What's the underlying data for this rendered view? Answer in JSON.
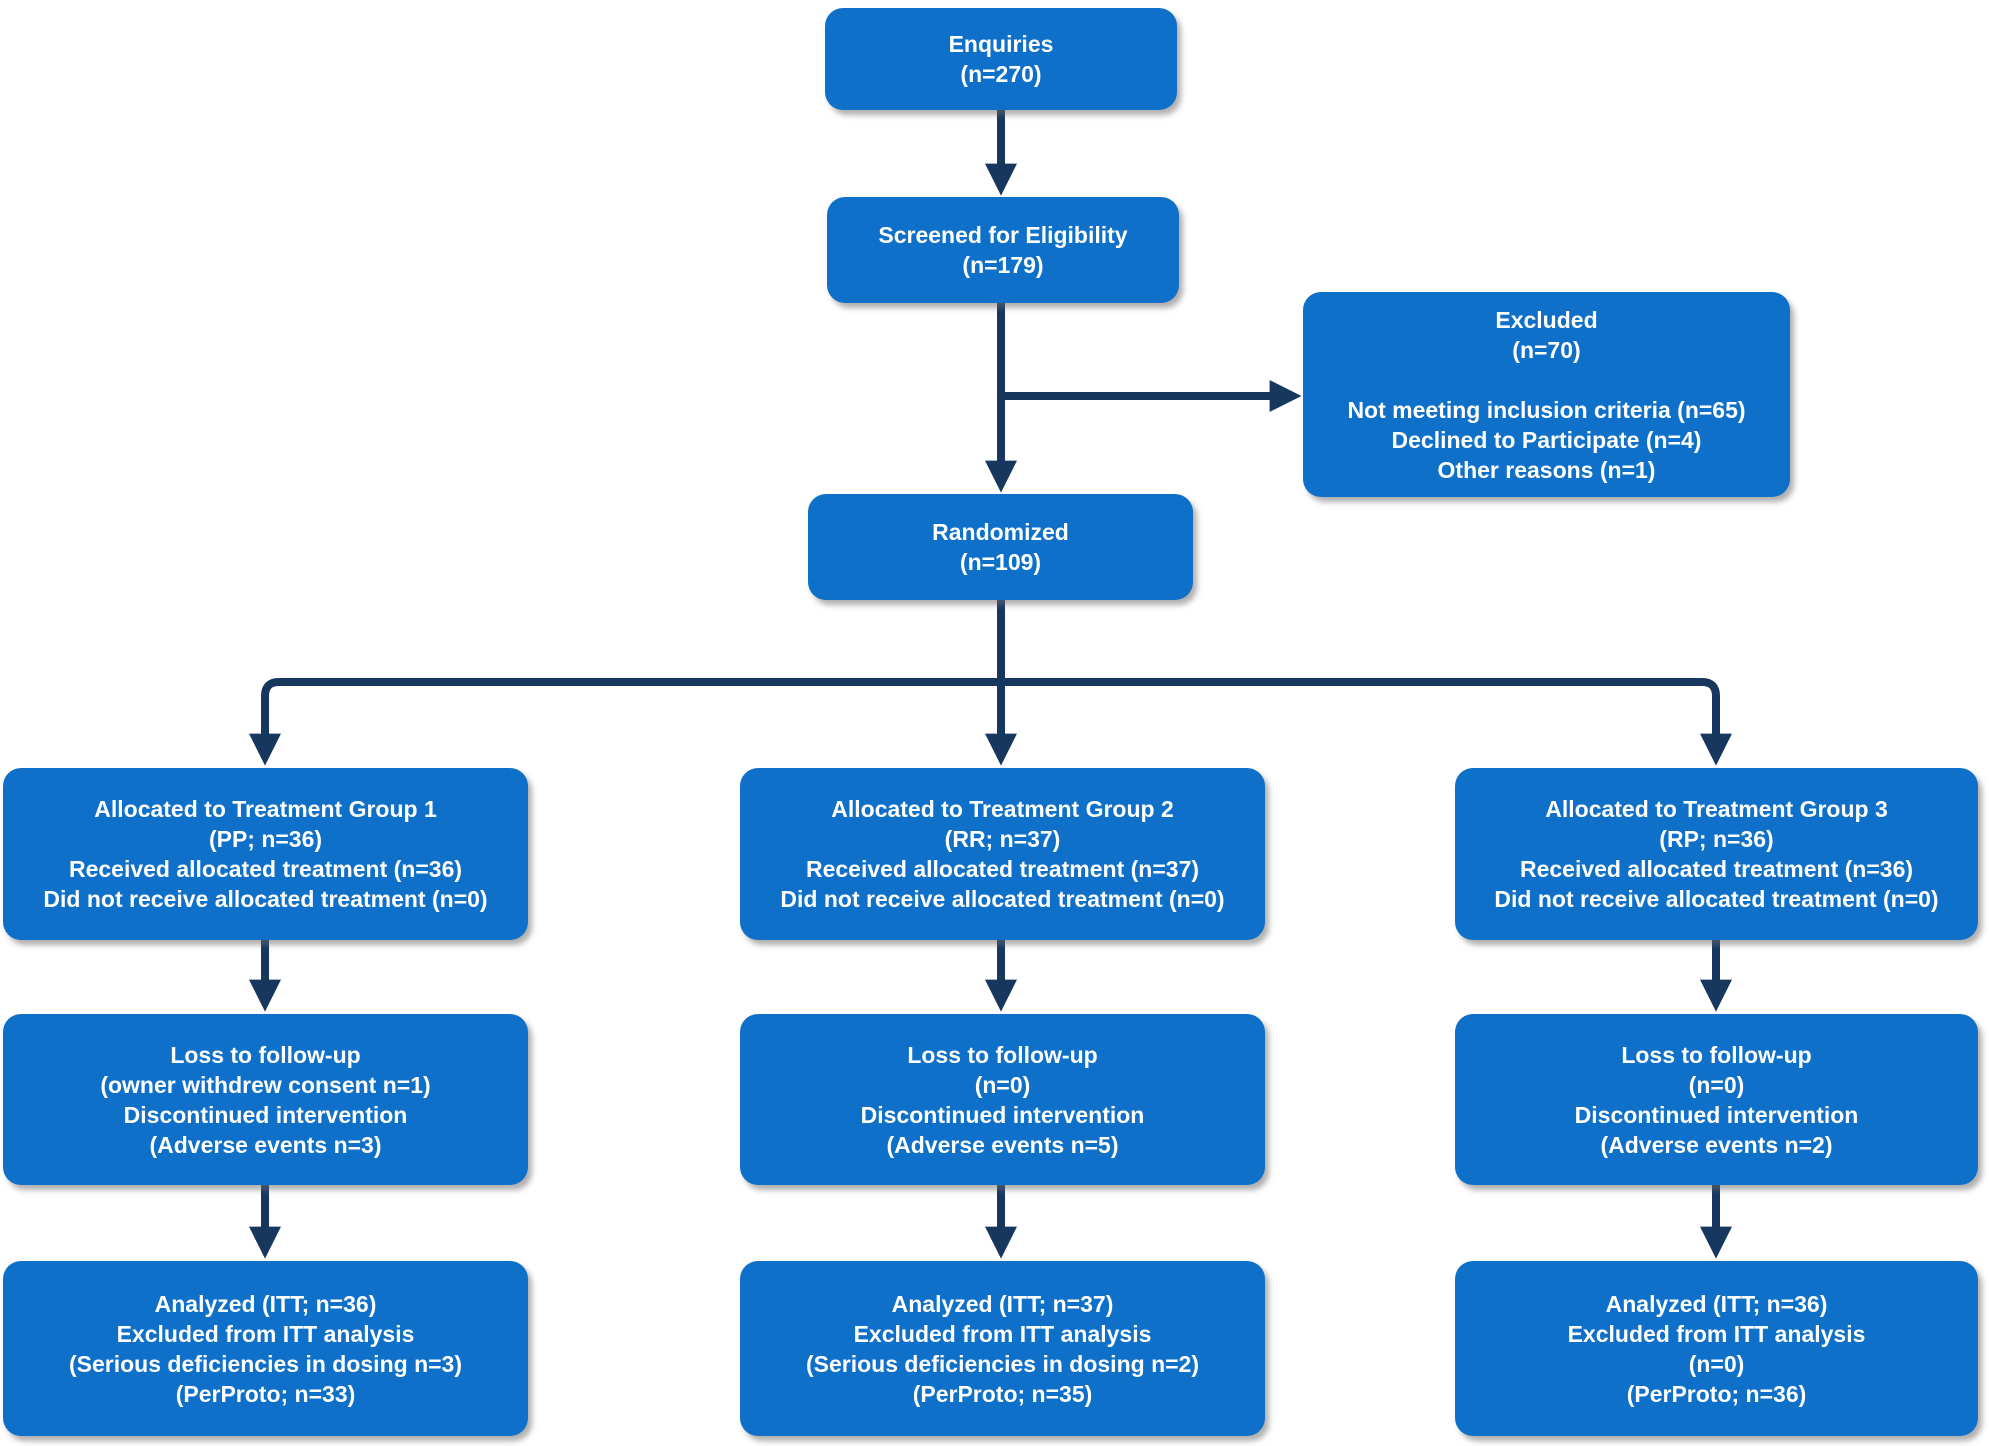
{
  "title": "Trial enrollment flow diagram",
  "colors": {
    "box_blue": "#0e70c8",
    "arrow_navy": "#17375f",
    "text_white": "#ffffff",
    "page_bg": "#ffffff"
  },
  "boxes": {
    "enquiries": {
      "lines": [
        "Enquiries",
        "(n=270)"
      ]
    },
    "screened": {
      "lines": [
        "Screened for Eligibility",
        "(n=179)"
      ]
    },
    "excluded": {
      "lines": [
        "Excluded",
        "(n=70)",
        "",
        "Not meeting inclusion criteria (n=65)",
        "Declined to Participate (n=4)",
        "Other reasons (n=1)"
      ]
    },
    "randomized": {
      "lines": [
        "Randomized",
        "(n=109)"
      ]
    },
    "alloc_group1": {
      "lines": [
        "Allocated to Treatment Group 1",
        "(PP; n=36)",
        "Received allocated treatment (n=36)",
        "Did not receive allocated treatment (n=0)"
      ]
    },
    "alloc_group2": {
      "lines": [
        "Allocated to Treatment Group 2",
        "(RR; n=37)",
        "Received allocated treatment (n=37)",
        "Did not receive allocated treatment (n=0)"
      ]
    },
    "alloc_group3": {
      "lines": [
        "Allocated to Treatment Group 3",
        "(RP; n=36)",
        "Received allocated treatment (n=36)",
        "Did not receive allocated treatment (n=0)"
      ]
    },
    "loss_group1": {
      "lines": [
        "Loss to follow-up",
        "(owner withdrew consent n=1)",
        "Discontinued intervention",
        "(Adverse events n=3)"
      ]
    },
    "loss_group2": {
      "lines": [
        "Loss to follow-up",
        "(n=0)",
        "Discontinued intervention",
        "(Adverse events n=5)"
      ]
    },
    "loss_group3": {
      "lines": [
        "Loss to follow-up",
        "(n=0)",
        "Discontinued intervention",
        "(Adverse events n=2)"
      ]
    },
    "analyzed_group1": {
      "lines": [
        "Analyzed (ITT; n=36)",
        "Excluded from ITT analysis",
        "(Serious deficiencies in dosing n=3)",
        "(PerProto; n=33)"
      ]
    },
    "analyzed_group2": {
      "lines": [
        "Analyzed (ITT; n=37)",
        "Excluded from ITT analysis",
        "(Serious deficiencies in dosing n=2)",
        "(PerProto; n=35)"
      ]
    },
    "analyzed_group3": {
      "lines": [
        "Analyzed (ITT; n=36)",
        "Excluded from ITT analysis",
        "(n=0)",
        "(PerProto; n=36)"
      ]
    }
  },
  "edges": [
    {
      "from": "enquiries",
      "to": "screened"
    },
    {
      "from": "screened",
      "to": "excluded"
    },
    {
      "from": "screened",
      "to": "randomized"
    },
    {
      "from": "randomized",
      "to": "alloc_group1"
    },
    {
      "from": "randomized",
      "to": "alloc_group2"
    },
    {
      "from": "randomized",
      "to": "alloc_group3"
    },
    {
      "from": "alloc_group1",
      "to": "loss_group1"
    },
    {
      "from": "alloc_group2",
      "to": "loss_group2"
    },
    {
      "from": "alloc_group3",
      "to": "loss_group3"
    },
    {
      "from": "loss_group1",
      "to": "analyzed_group1"
    },
    {
      "from": "loss_group2",
      "to": "analyzed_group2"
    },
    {
      "from": "loss_group3",
      "to": "analyzed_group3"
    }
  ]
}
